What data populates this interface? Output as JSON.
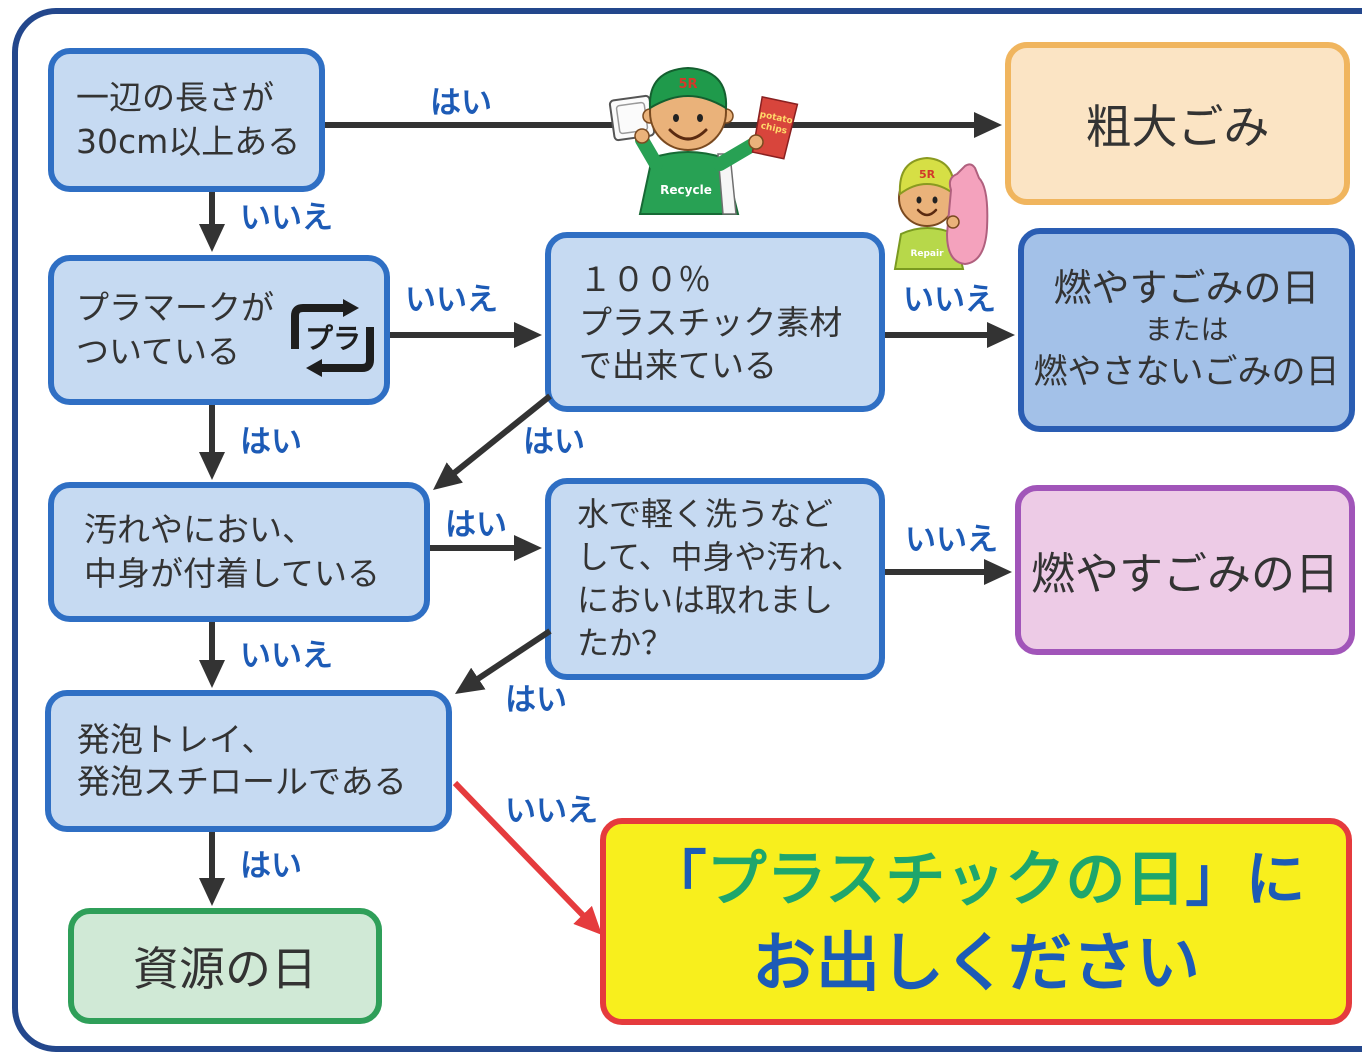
{
  "diagram": {
    "questions": {
      "size": {
        "lines": [
          "一辺の長さが",
          "30cm以上ある"
        ]
      },
      "pla_mark": {
        "lines": [
          "プラマークが",
          "ついている"
        ],
        "icon": "pla-mark-icon",
        "icon_text": "プラ"
      },
      "pure_plastic": {
        "lines": [
          "１００％",
          "プラスチック素材",
          "で出来ている"
        ]
      },
      "dirty": {
        "lines": [
          "汚れやにおい、",
          "中身が付着している"
        ]
      },
      "washed": {
        "lines": [
          "水で軽く洗うなど",
          "して、中身や汚れ、",
          "においは取れまし",
          "たか？"
        ]
      },
      "foam": {
        "lines": [
          "発泡トレイ、",
          "発泡スチロールである"
        ]
      }
    },
    "outcomes": {
      "oversized": {
        "label": "粗大ごみ"
      },
      "burnable_or_nonburnable": {
        "lines": [
          "燃やすごみの日",
          "または",
          "燃やさないごみの日"
        ]
      },
      "burnable": {
        "label": "燃やすごみの日"
      },
      "resource_day": {
        "label": "資源の日"
      },
      "plastic_day": {
        "line1": [
          "「",
          "プラスチックの日",
          "」に"
        ],
        "line2": "お出しください"
      }
    },
    "edges": {
      "size_to_oversized": {
        "label": "はい"
      },
      "size_to_pla_mark": {
        "label": "いいえ"
      },
      "pla_mark_to_pure_plastic": {
        "label": "いいえ"
      },
      "pure_plastic_to_burnable_or_nonburnable": {
        "label": "いいえ"
      },
      "pure_plastic_to_dirty": {
        "label": "はい"
      },
      "pla_mark_to_dirty": {
        "label": "はい"
      },
      "dirty_to_washed": {
        "label": "はい"
      },
      "washed_to_burnable": {
        "label": "いいえ"
      },
      "washed_to_foam": {
        "label": "はい"
      },
      "dirty_to_foam": {
        "label": "いいえ"
      },
      "foam_to_plastic_day": {
        "label": "いいえ"
      },
      "foam_to_resource_day": {
        "label": "はい"
      }
    }
  },
  "illustrations": {
    "recycle_character": {
      "cap_text": "5R",
      "shirt_text": "Recycle",
      "bag_text": [
        "potato",
        "chips"
      ]
    },
    "repair_character": {
      "cap_text": "5R",
      "shirt_text": "Repair"
    }
  },
  "colors": {
    "frame_border": "#23478c",
    "question_fill": "#c6daf2",
    "question_border": "#2f6fc4",
    "oversized_fill": "#fbe4c4",
    "oversized_border": "#f0b55e",
    "burnable_nonburnable_fill": "#a3c1e8",
    "burnable_nonburnable_border": "#2a5db3",
    "burnable_fill": "#edcbe6",
    "burnable_border": "#a155b9",
    "resource_fill": "#d0e9d6",
    "resource_border": "#2f9f59",
    "plastic_day_fill": "#f8ef1d",
    "plastic_day_border": "#e53b3d",
    "plastic_day_highlight": "#1ea66c",
    "plastic_day_text": "#1d5bb6",
    "arrow": "#333333",
    "arrow_no_foam": "#e53b3d",
    "branch_label": "#1d5bb6",
    "box_text": "#333333"
  }
}
